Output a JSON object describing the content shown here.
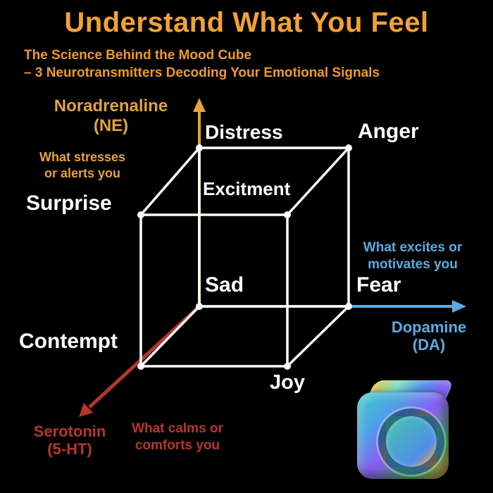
{
  "header": {
    "title": "Understand What You Feel",
    "subtitle_line1": "The Science Behind the Mood Cube",
    "subtitle_line2": "– 3 Neurotransmitters Decoding Your Emotional Signals"
  },
  "axes": {
    "noradrenaline": {
      "name": "Noradrenaline",
      "abbr": "(NE)",
      "desc1": "What stresses",
      "desc2": "or alerts you",
      "color": "#e4a33b"
    },
    "dopamine": {
      "name": "Dopamine",
      "abbr": "(DA)",
      "desc1": "What excites or",
      "desc2": "motivates you",
      "color": "#5aabe2"
    },
    "serotonin": {
      "name": "Serotonin",
      "abbr": "(5-HT)",
      "desc1": "What calms or",
      "desc2": "comforts you",
      "color": "#b8352c"
    }
  },
  "cube_labels": {
    "distress": "Distress",
    "anger": "Anger",
    "excitement": "Excitment",
    "surprise": "Surprise",
    "sad": "Sad",
    "fear": "Fear",
    "contempt": "Contempt",
    "joy": "Joy"
  },
  "colors": {
    "background": "#000000",
    "title": "#f2a233",
    "cube_wireframe": "#ffffff"
  }
}
